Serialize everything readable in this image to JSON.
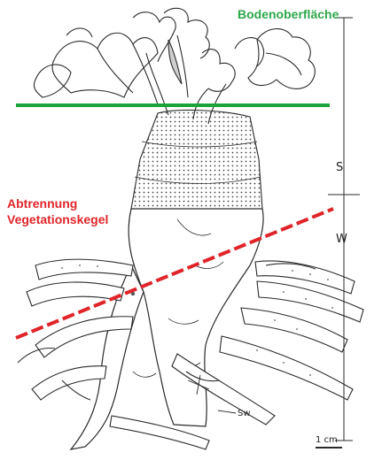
{
  "labels": {
    "soil_surface": "Bodenoberfläche",
    "separation_line": [
      "Abtrennung",
      "Vegetationskegel"
    ],
    "scale_s": "S",
    "scale_w": "W",
    "sw": "Sw",
    "scale_bar": "1 cm"
  },
  "colors": {
    "soil_surface_line": "#1aa33a",
    "separation_line": "#e0252a",
    "drawing_ink": "#2a2a2a"
  }
}
